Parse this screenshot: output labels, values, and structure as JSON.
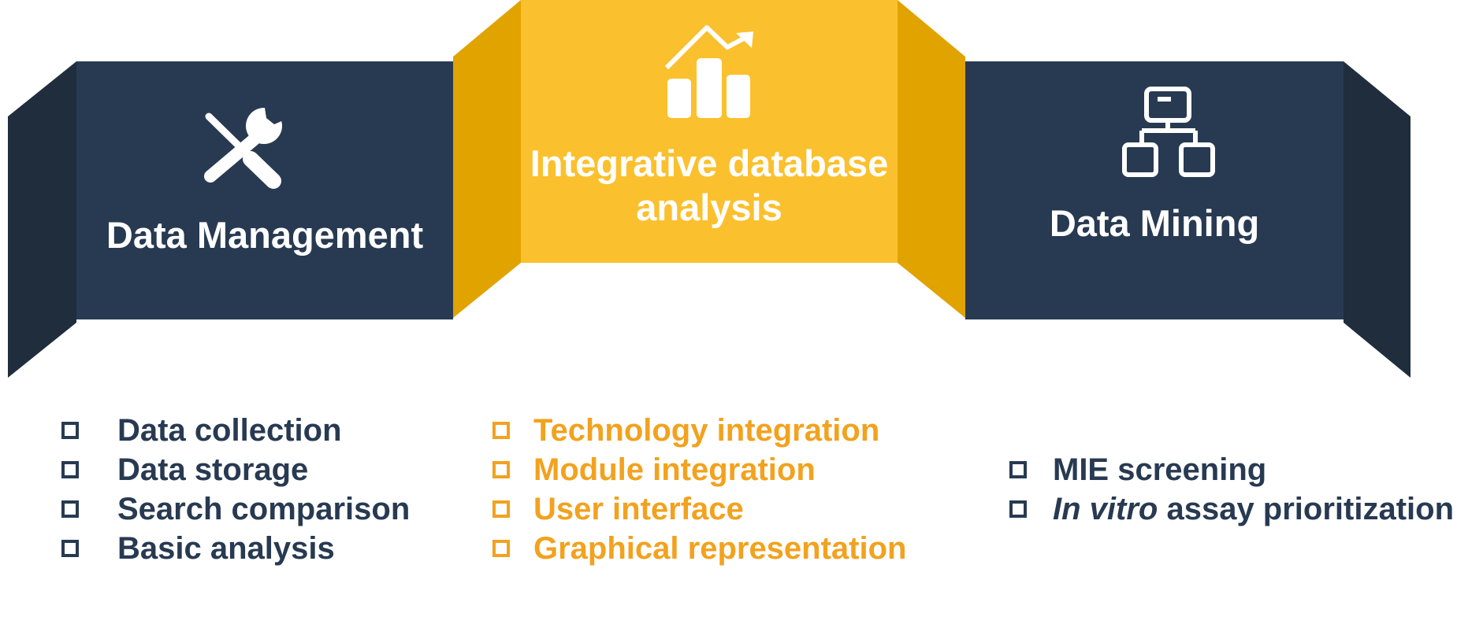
{
  "colors": {
    "dark_panel": "#283a52",
    "dark_fold": "#1f2d3d",
    "gold_panel": "#fbc02d",
    "gold_fold": "#e1a300",
    "gold_text": "#f2a21e",
    "white": "#ffffff"
  },
  "panels": {
    "left": {
      "title": "Data Management",
      "icon": "wrench-screwdriver-icon"
    },
    "center": {
      "title_line1": "Integrative database",
      "title_line2": "analysis",
      "icon": "bar-chart-trend-icon"
    },
    "right": {
      "title": "Data Mining",
      "icon": "hierarchy-network-icon"
    }
  },
  "lists": {
    "management": [
      "Data collection",
      "Data storage",
      "Search comparison",
      "Basic analysis"
    ],
    "integration": [
      "Technology integration",
      "Module integration",
      "User interface",
      "Graphical representation"
    ],
    "mining": {
      "item1": "MIE screening",
      "item2_italic": "In vitro",
      "item2_rest": " assay prioritization"
    }
  }
}
